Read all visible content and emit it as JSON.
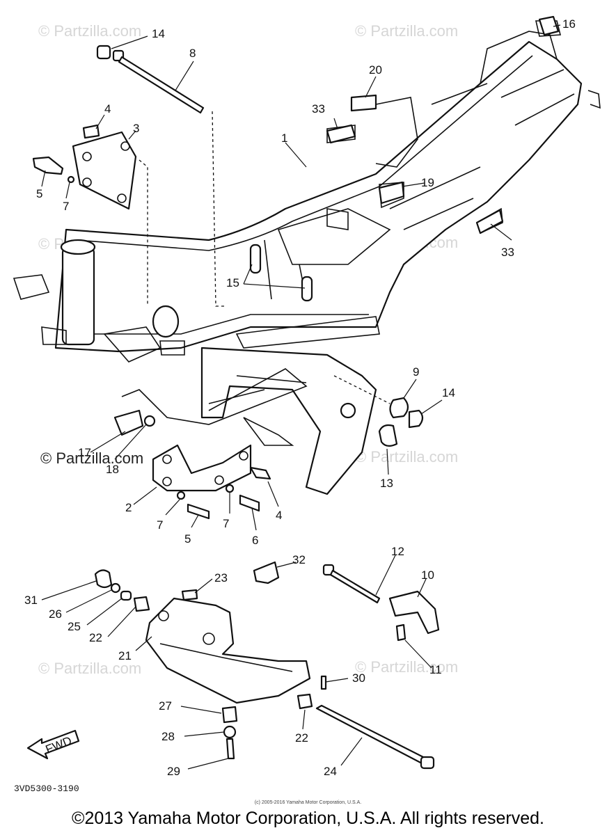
{
  "watermarks": [
    {
      "text": "© Partzilla.com"
    },
    {
      "text": "© Partzilla.com"
    },
    {
      "text": "© Partzilla.com"
    },
    {
      "text": "© Partzilla.com"
    },
    {
      "text": "© Partzilla.com"
    },
    {
      "text": "© Partzilla.com"
    },
    {
      "text": "© Partzilla.com"
    }
  ],
  "callouts": [
    "14",
    "8",
    "4",
    "3",
    "5",
    "7",
    "20",
    "33",
    "1",
    "16",
    "19",
    "33",
    "15",
    "9",
    "14",
    "17",
    "18",
    "2",
    "7",
    "5",
    "7",
    "6",
    "4",
    "13",
    "32",
    "12",
    "10",
    "11",
    "23",
    "31",
    "26",
    "25",
    "22",
    "21",
    "30",
    "27",
    "28",
    "29",
    "22",
    "24"
  ],
  "fwd_label": "FWD",
  "doc_code": "3VD5300-3190",
  "small_copyright": "(c) 2005-2016 Yamaha Motor Corporation, U.S.A.",
  "copyright": "©2013 Yamaha Motor Corporation, U.S.A. All rights reserved."
}
